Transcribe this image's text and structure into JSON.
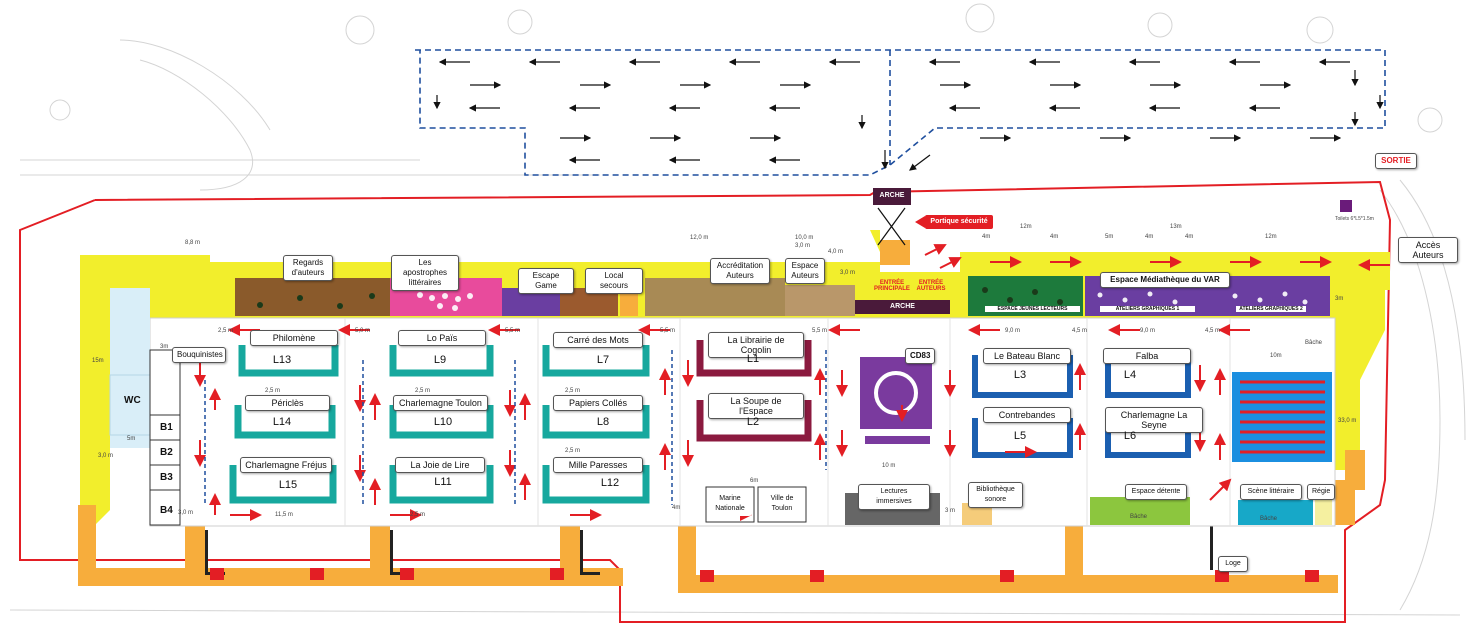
{
  "labels": {
    "arche_top": "ARCHE",
    "arche_bottom": "ARCHE",
    "portique": "Portique sécurité",
    "entree_principale": "ENTRÉE PRINCIPALE",
    "entree_auteurs": "ENTRÉE AUTEURS",
    "sortie": "SORTIE",
    "acces_auteurs": "Accès Auteurs",
    "toilets": "Toilets 6*L5*1.5m",
    "bouquinistes": "Bouquinistes",
    "wc": "WC",
    "b1": "B1",
    "b2": "B2",
    "b3": "B3",
    "b4": "B4",
    "regards": "Regards d'auteurs",
    "apostrophes": "Les apostrophes littéraires",
    "escape_game": "Escape Game",
    "local_secours": "Local secours",
    "accreditation": "Accréditation Auteurs",
    "espace_auteurs": "Espace Auteurs",
    "espace_jeunes": "ESPACE JEUNES LECTEURS",
    "mediatheque": "Espace Médiathèque du VAR",
    "ateliers1": "ATELIERS GRAPHIQUES 1",
    "ateliers2": "ATELIERS GRAPHIQUES 2",
    "cd83": "CD83",
    "lectures": "Lectures immersives",
    "bibliotheque": "Bibliothèque sonore",
    "marine": "Marine Nationale",
    "ville_toulon": "Ville de Toulon",
    "espace_detente": "Espace détente",
    "scene": "Scène littéraire",
    "regie": "Régie",
    "loge": "Loge",
    "bache": "Bâche"
  },
  "booths": [
    {
      "name": "Philomène",
      "code": "L13"
    },
    {
      "name": "Périclès",
      "code": "L14"
    },
    {
      "name": "Charlemagne Fréjus",
      "code": "L15"
    },
    {
      "name": "Lo Païs",
      "code": "L9"
    },
    {
      "name": "Charlemagne Toulon",
      "code": "L10"
    },
    {
      "name": "La Joie de Lire",
      "code": "L11"
    },
    {
      "name": "Carré des Mots",
      "code": "L7"
    },
    {
      "name": "Papiers Collés",
      "code": "L8"
    },
    {
      "name": "Mille Paresses",
      "code": "L12"
    },
    {
      "name": "La Librairie de Cogolin",
      "code": "L1"
    },
    {
      "name": "La Soupe de l'Espace",
      "code": "L2"
    },
    {
      "name": "Le Bateau Blanc",
      "code": "L3"
    },
    {
      "name": "Contrebandes",
      "code": "L5"
    },
    {
      "name": "Falba",
      "code": "L4"
    },
    {
      "name": "Charlemagne La Seyne",
      "code": "L6"
    }
  ],
  "dimensions": [
    "8,8 m",
    "12,0 m",
    "10,0 m",
    "3,0 m",
    "4,0 m",
    "3,0 m",
    "12m",
    "4m",
    "13m",
    "4m",
    "5m",
    "4m",
    "4m",
    "12m",
    "3m",
    "5,0 m",
    "5,5 m",
    "5,5 m",
    "5,5 m",
    "9,0 m",
    "4,5 m",
    "9,0 m",
    "4,5 m",
    "2,5 m",
    "3m",
    "15m",
    "5m",
    "3,0 m",
    "3,0 m",
    "11,5 m",
    "2,5 m",
    "6m",
    "4m",
    "10 m",
    "3 m",
    "10m",
    "33,0 m",
    "2,5 m",
    "2,5 m",
    "2,5 m",
    "2,5 m"
  ],
  "colors": {
    "perimeter": "#e31e24",
    "yellow_zone": "#f2ee2c",
    "orange_posts": "#f7ad3c",
    "teal": "#17a89e",
    "maroon": "#8b1a3f",
    "blue": "#1b5fb0",
    "purple": "#6a3ea1",
    "green": "#1d7a3c",
    "pink": "#e84b9c",
    "brown": "#8a5a2b",
    "arrow": "#e31e24",
    "parking_dash": "#1f4f9e"
  }
}
